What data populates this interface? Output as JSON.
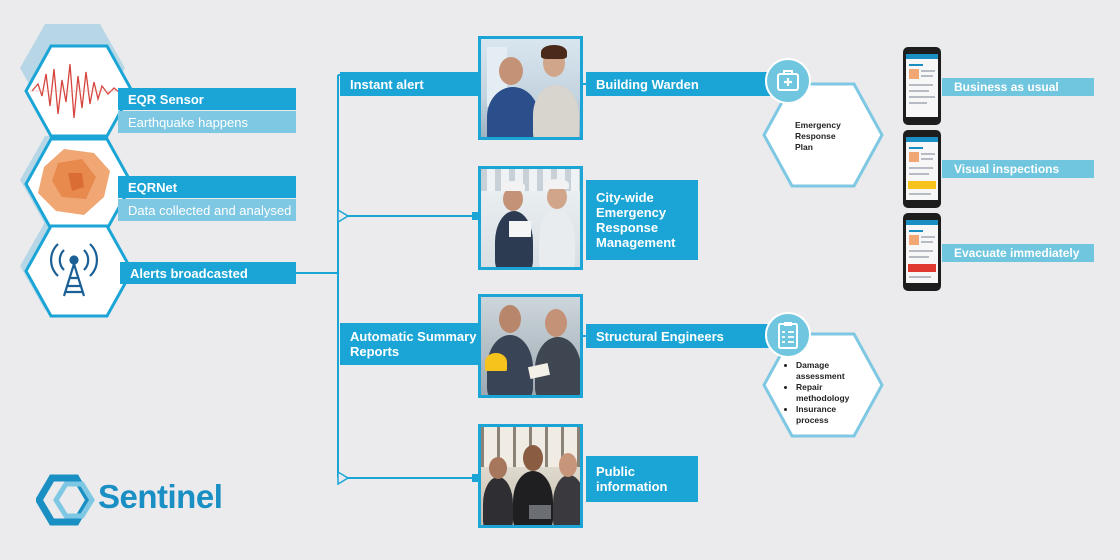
{
  "left_column": {
    "sensor": {
      "title": "EQR Sensor",
      "subtitle": "Earthquake happens",
      "icon": "seismograph-icon"
    },
    "eqrnet": {
      "title": "EQRNet",
      "subtitle": "Data collected and analysed",
      "icon": "map-icon"
    },
    "broadcast": {
      "title": "Alerts broadcasted",
      "icon": "antenna-icon"
    }
  },
  "branches": {
    "instant_alert": "Instant alert",
    "summary_reports_line1": "Automatic Summary",
    "summary_reports_line2": "Reports"
  },
  "recipients": {
    "building_warden": "Building Warden",
    "city_wide": [
      "City-wide",
      "Emergency",
      "Response",
      "Management"
    ],
    "structural_engineers": "Structural Engineers",
    "public_info": [
      "Public",
      "information"
    ]
  },
  "emergency_plan": {
    "lines": [
      "Emergency",
      "Response",
      "Plan"
    ],
    "icon": "first-aid-kit-icon"
  },
  "engineer_outputs": {
    "items": [
      "Damage assessment",
      "Repair methodology",
      "Insurance process"
    ],
    "icon": "checklist-icon"
  },
  "phone_statuses": [
    "Business as usual",
    "Visual inspections",
    "Evacuate immediately"
  ],
  "logo": {
    "text": "Sentinel"
  },
  "colors": {
    "primary": "#1aa5d6",
    "light": "#7ec8e3",
    "background": "#ebebee"
  }
}
